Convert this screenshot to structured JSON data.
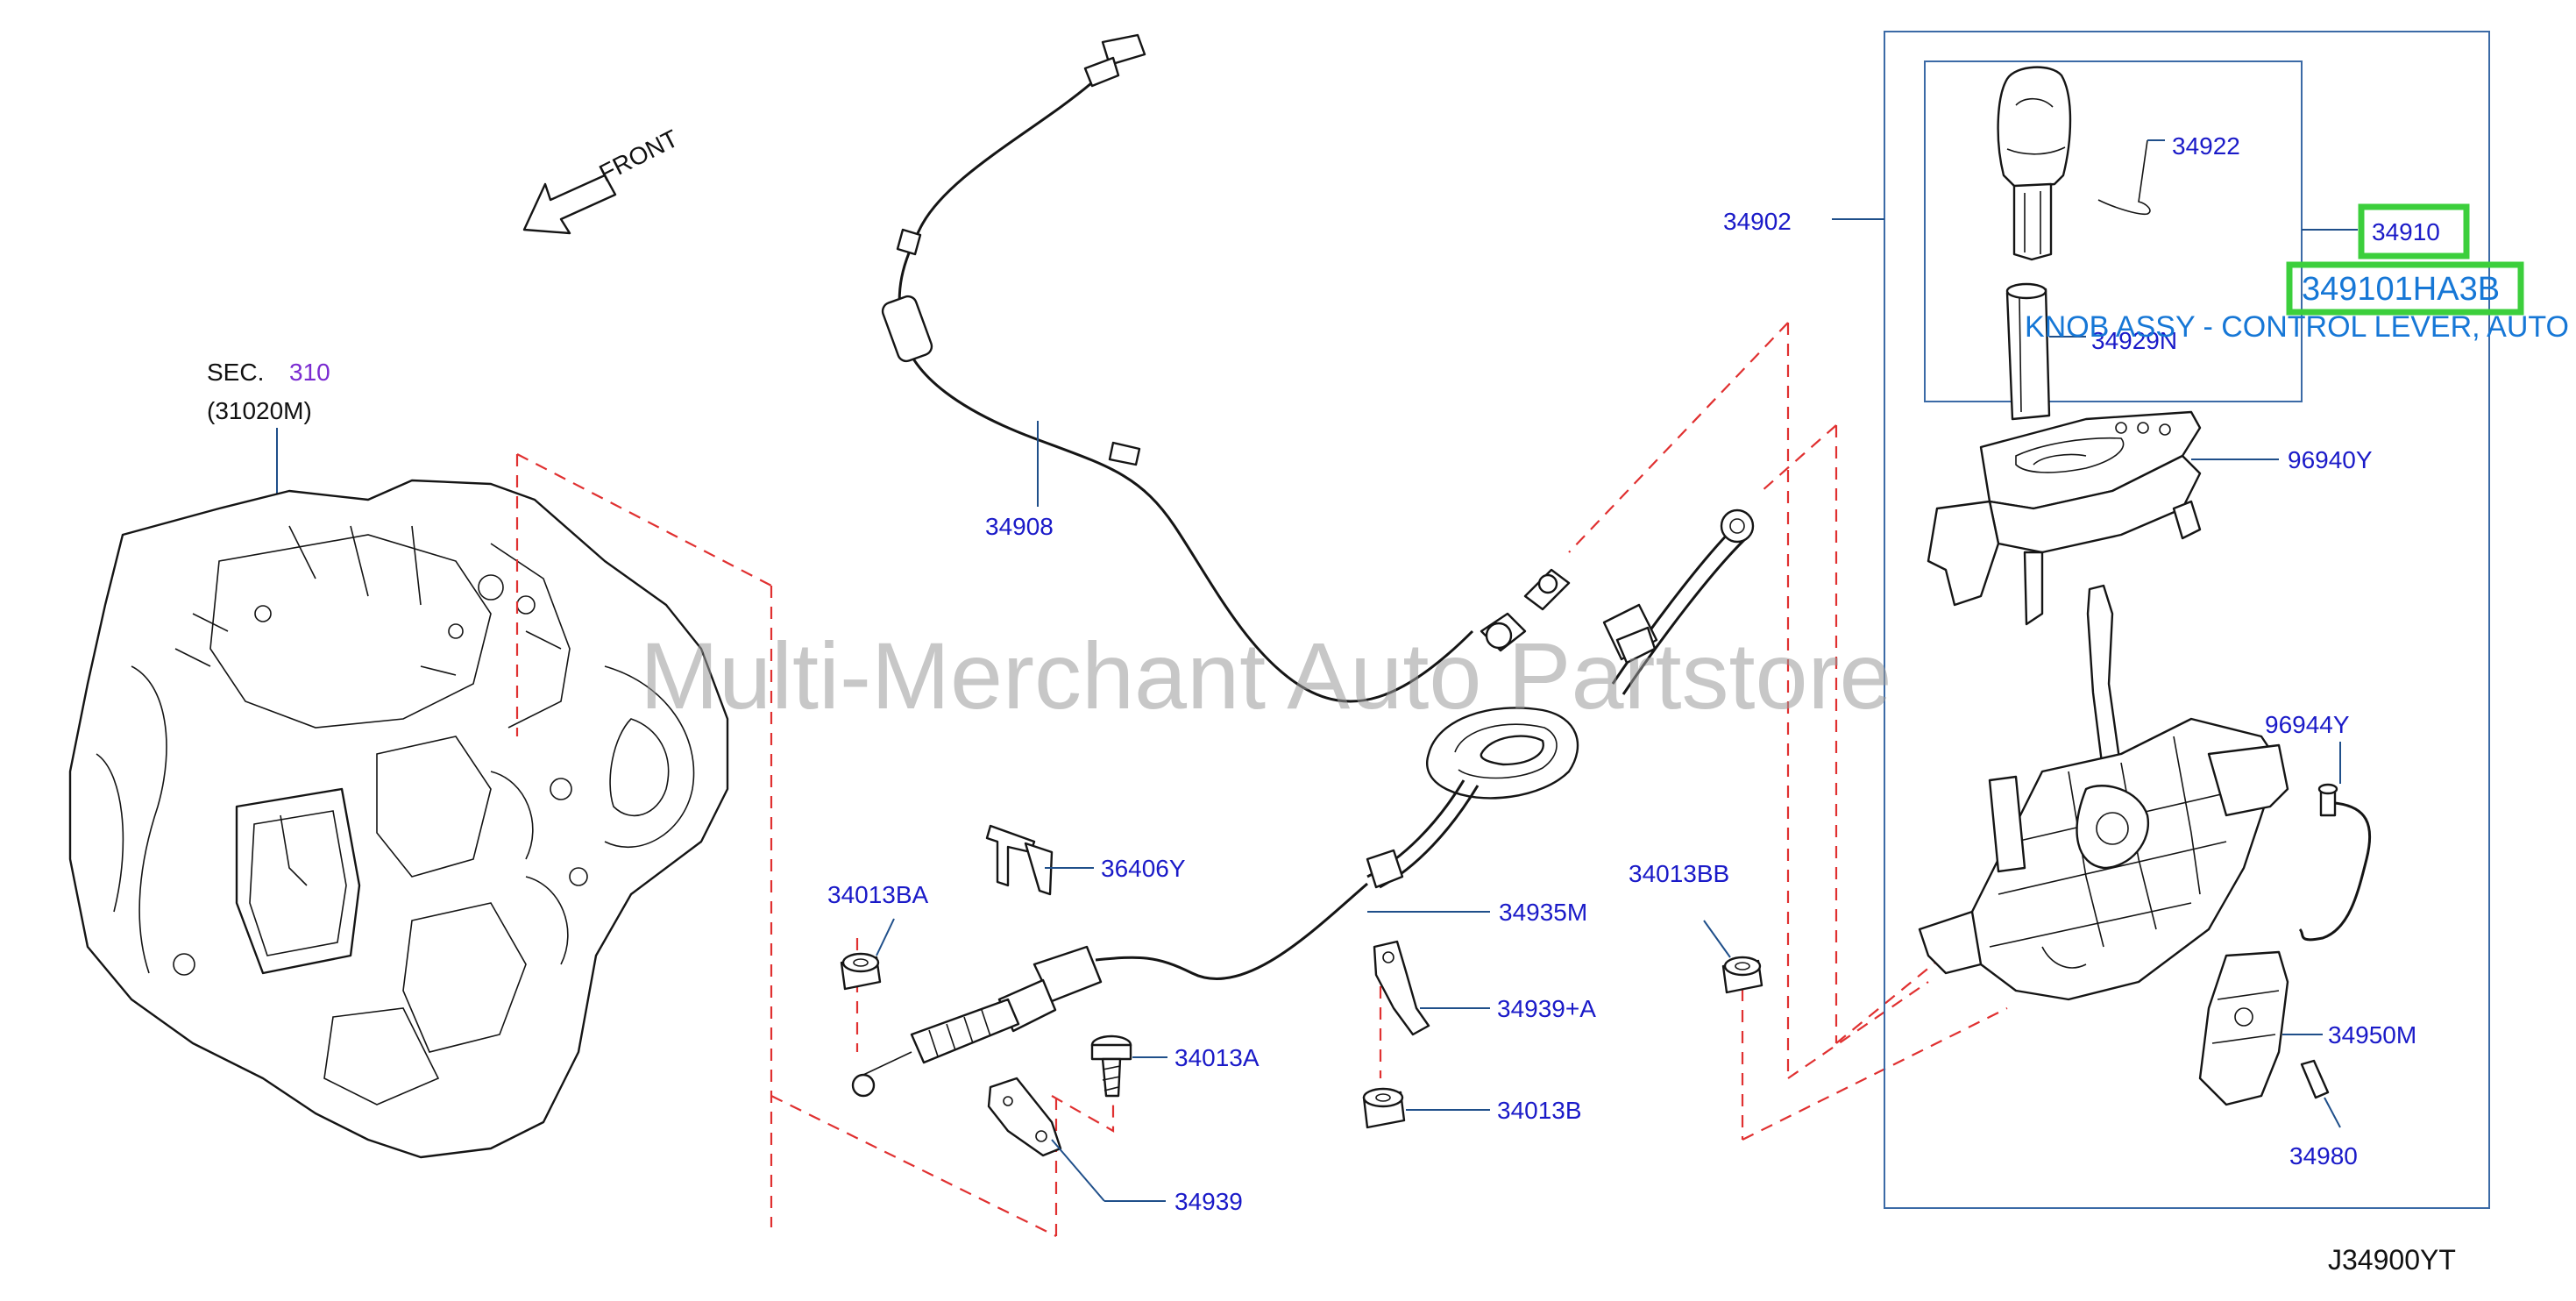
{
  "front_label": "FRONT",
  "section": {
    "prefix": "SEC.",
    "number": "310",
    "code": "(31020M)"
  },
  "labels": {
    "34922": "34922",
    "34910": "34910",
    "34929N": "34929N",
    "34902": "34902",
    "34908": "34908",
    "96940Y": "96940Y",
    "96944Y": "96944Y",
    "36406Y": "36406Y",
    "34013BA": "34013BA",
    "34013BB": "34013BB",
    "34935M": "34935M",
    "34939A": "34939+A",
    "34013A": "34013A",
    "34013B": "34013B",
    "34939": "34939",
    "34950M": "34950M",
    "34980": "34980"
  },
  "highlight": {
    "part_number": "349101HA3B",
    "description": "KNOB ASSY - CONTROL LEVER, AUTO"
  },
  "watermark": "Multi-Merchant Auto Partstore",
  "diagram_code": "J34900YT",
  "colors": {
    "label_blue": "#1a1ac8",
    "highlight_green": "#3ccf3c",
    "highlight_text": "#1677d6",
    "dashed_red": "#e03030",
    "section_purple": "#7a2bd1"
  }
}
